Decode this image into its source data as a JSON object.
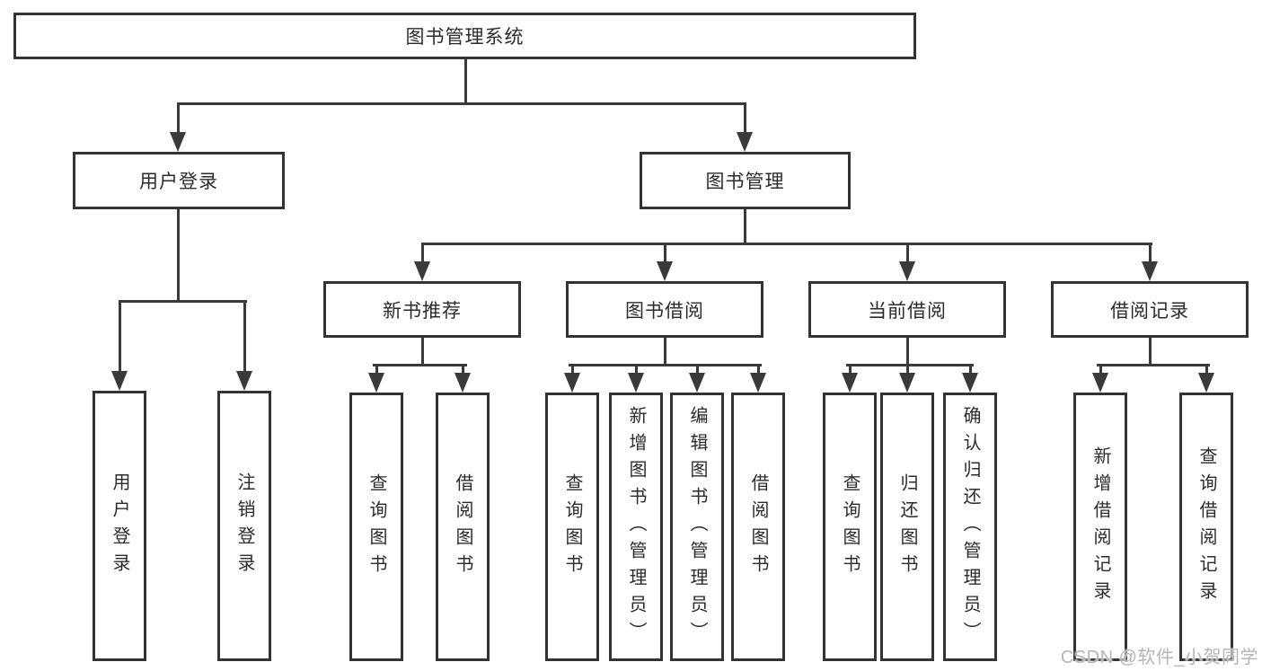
{
  "diagram_title": "图书管理系统",
  "tree": {
    "root": {
      "label": "图书管理系统"
    },
    "branches": [
      {
        "label": "用户登录",
        "leaves": [
          {
            "label": "用户登录"
          },
          {
            "label": "注销登录"
          }
        ]
      },
      {
        "label": "图书管理",
        "sections": [
          {
            "label": "新书推荐",
            "leaves": [
              {
                "label": "查询图书"
              },
              {
                "label": "借阅图书"
              }
            ]
          },
          {
            "label": "图书借阅",
            "leaves": [
              {
                "label": "查询图书"
              },
              {
                "label": "新增图书（管理员）"
              },
              {
                "label": "编辑图书（管理员）"
              },
              {
                "label": "借阅图书"
              }
            ]
          },
          {
            "label": "当前借阅",
            "leaves": [
              {
                "label": "查询图书"
              },
              {
                "label": "归还图书"
              },
              {
                "label": "确认归还（管理员）"
              }
            ]
          },
          {
            "label": "借阅记录",
            "leaves": [
              {
                "label": "新增借阅记录"
              },
              {
                "label": "查询借阅记录"
              }
            ]
          }
        ]
      }
    ]
  },
  "watermark": {
    "text": "CSDN @软件_小贺同学"
  },
  "colors": {
    "line": "#3a3a3a",
    "box_border": "#333333",
    "box_fill": "#ffffff",
    "text": "#2b2b2b",
    "watermark": "#b5b5b5",
    "background": "#ffffff"
  }
}
